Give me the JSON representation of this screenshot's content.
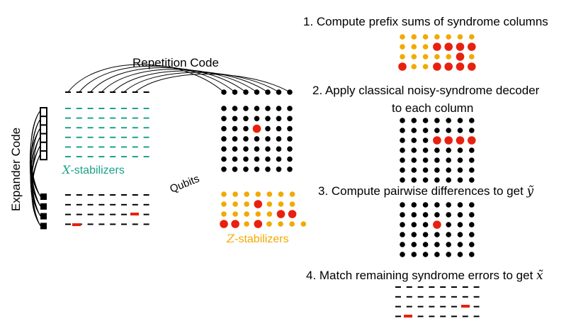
{
  "labels": {
    "repetition_code": "Repetition Code",
    "expander_code": "Expander Code",
    "qubits": "Qubits",
    "x_stabilizers_var": "X",
    "x_stabilizers_rest": "-stabilizers",
    "z_stabilizers_var": "Z",
    "z_stabilizers_rest": "-stabilizers"
  },
  "steps": {
    "step1": "1. Compute prefix sums of syndrome columns",
    "step2_line1": "2. Apply classical noisy-syndrome decoder",
    "step2_line2": "to each column",
    "step3_text": "3. Compute pairwise differences to get ",
    "step3_var": "ỹ",
    "step4_text": "4. Match remaining syndrome errors to get ",
    "step4_var": "x̃"
  },
  "colors": {
    "black": "#000000",
    "teal": "#1aa38b",
    "orange": "#f2a900",
    "red": "#e8210f"
  }
}
